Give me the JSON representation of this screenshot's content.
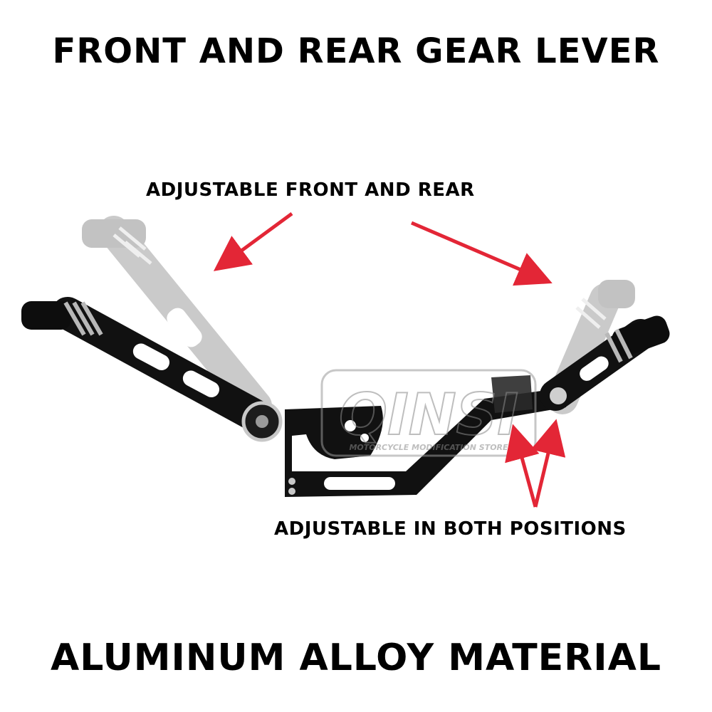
{
  "title": "FRONT AND REAR GEAR LEVER",
  "labels": {
    "adjustable_front_rear": "ADJUSTABLE FRONT AND REAR",
    "adjustable_both": "ADJUSTABLE IN BOTH POSITIONS"
  },
  "footer": "ALUMINUM ALLOY MATERIAL",
  "watermark": {
    "brand": "QINSI",
    "tagline": "MOTORCYCLE MODIFICATION STORE"
  },
  "colors": {
    "arrow": "#e32636",
    "lever": "#111111",
    "ghost_lever": "#b8b8b8",
    "background": "#ffffff"
  }
}
